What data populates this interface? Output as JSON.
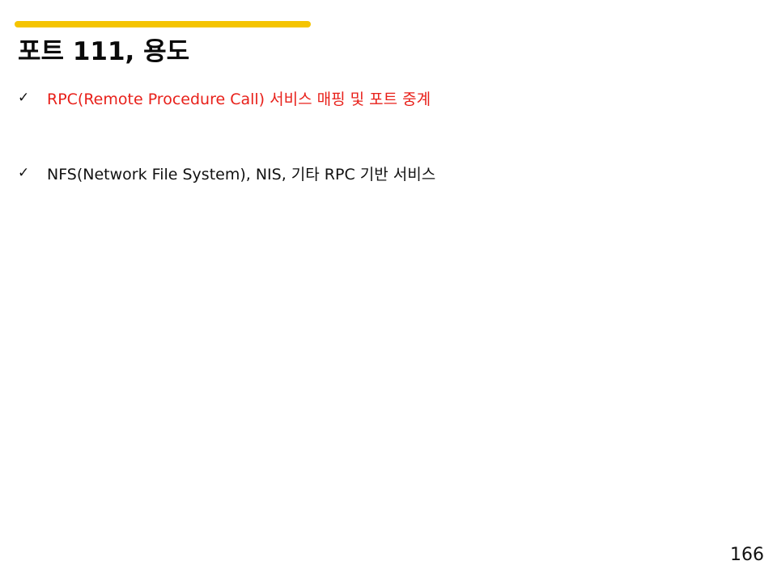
{
  "slide": {
    "title": "포트 111, 용도",
    "accent_color": "#f5c400",
    "bullets": [
      {
        "marker": "✓",
        "marker_icon": "check-icon",
        "text": "RPC(Remote Procedure Call) 서비스 매핑 및 포트 중계",
        "color": "#e8201a"
      },
      {
        "marker": "✓",
        "marker_icon": "check-icon",
        "text": "NFS(Network File System), NIS, 기타 RPC 기반 서비스",
        "color": "#111111"
      }
    ],
    "page_number": "166"
  }
}
